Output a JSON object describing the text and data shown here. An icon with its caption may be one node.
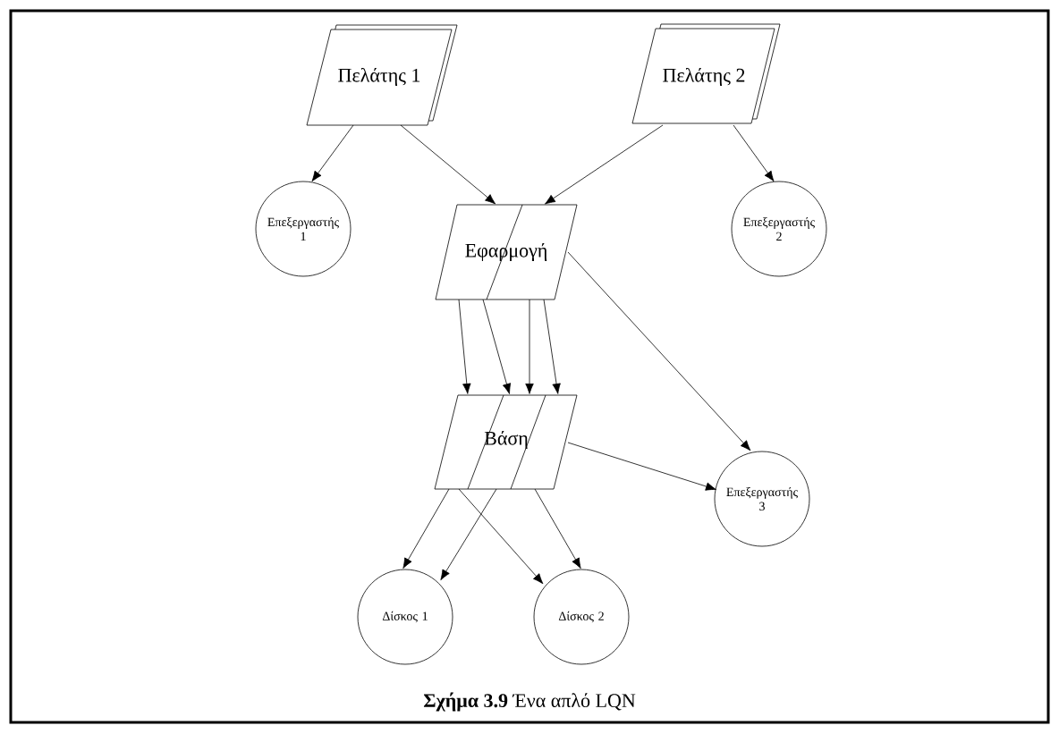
{
  "diagram": {
    "caption": "**Σχήμα 3.9** Ένα απλό LQN",
    "nodes": [
      {
        "text": [
          "Πελάτης 1"
        ]
      },
      {
        "text": [
          "Πελάτης 2"
        ]
      },
      {
        "text": [
          "Επεξεργαστής 1"
        ]
      },
      {
        "text": [
          "Εφαρμογή"
        ]
      },
      {
        "text": [
          "Επεξεργαστής 2"
        ]
      },
      {
        "text": [
          "Βάση"
        ]
      },
      {
        "text": [
          "Επεξεργαστής 3"
        ]
      },
      {
        "text": [
          "Δίσκος 1"
        ]
      },
      {
        "text": [
          "Δίσκος 2"
        ]
      }
    ],
    "edges": [
      {
        "from": 0,
        "to": 2,
        "arrow": "to"
      },
      {
        "from": 0,
        "to": 3,
        "arrow": "to"
      },
      {
        "from": 1,
        "to": 3,
        "arrow": "to"
      },
      {
        "from": 1,
        "to": 4,
        "arrow": "to"
      },
      {
        "from": 3,
        "to": 5,
        "arrow": "to"
      },
      {
        "from": 3,
        "to": 5,
        "arrow": "to"
      },
      {
        "from": 3,
        "to": 5,
        "arrow": "to"
      },
      {
        "from": 3,
        "to": 5,
        "arrow": "to"
      },
      {
        "from": 3,
        "to": 6,
        "arrow": "to"
      },
      {
        "from": 5,
        "to": 6,
        "arrow": "to"
      },
      {
        "from": 5,
        "to": 7,
        "arrow": "to"
      },
      {
        "from": 5,
        "to": 8,
        "arrow": "to"
      },
      {
        "from": 5,
        "to": 7,
        "arrow": "to"
      },
      {
        "from": 5,
        "to": 8,
        "arrow": "to"
      }
    ]
  }
}
